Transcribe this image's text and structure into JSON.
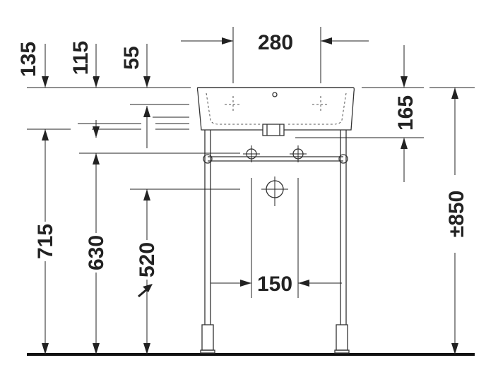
{
  "dimensions": {
    "basin_width": "280",
    "tap_hole_depth": "135",
    "overflow_depth": "115",
    "rim_thickness": "55",
    "basin_depth": "165",
    "mounting_height": "850",
    "height_715": "715",
    "height_630": "630",
    "drain_height": "520",
    "drain_spacing": "150"
  },
  "symbols": {
    "tolerance": "±"
  }
}
